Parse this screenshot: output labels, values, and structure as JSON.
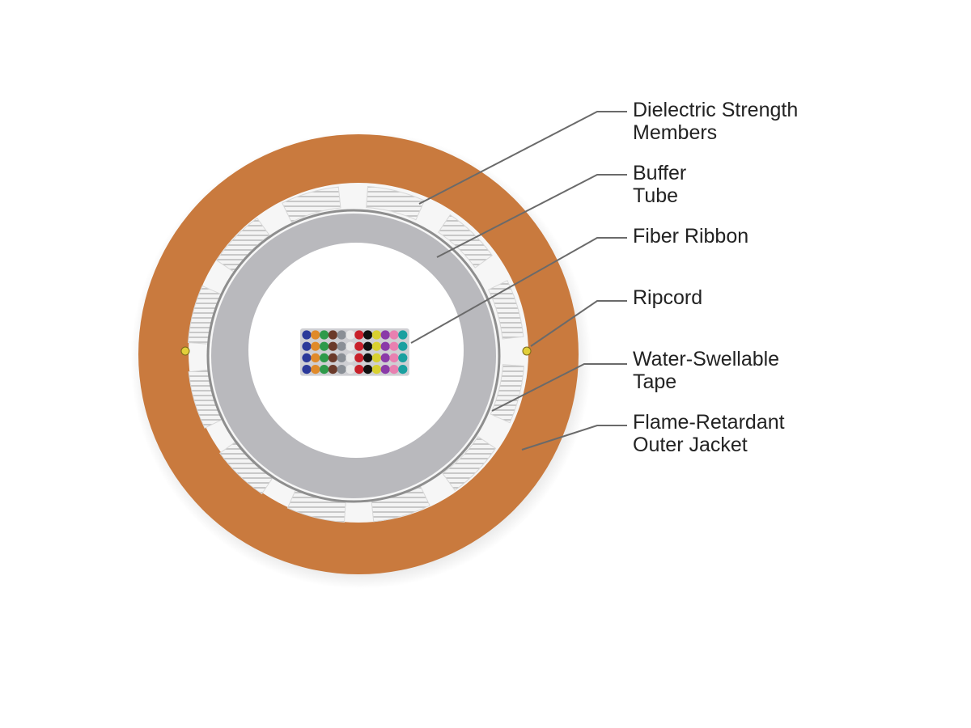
{
  "colors": {
    "jacket": "#c97a3e",
    "buffer_tube": "#b9b9bd",
    "strength_member_hatch": "#bdbdbd",
    "leader_line": "#6a6a6a",
    "text": "#222222",
    "ripcord": "#e2cf3a"
  },
  "labels": [
    {
      "id": "dielectric-strength-members",
      "lines": [
        "Dielectric Strength",
        "Members"
      ]
    },
    {
      "id": "buffer-tube",
      "lines": [
        "Buffer",
        "Tube"
      ]
    },
    {
      "id": "fiber-ribbon",
      "lines": [
        "Fiber Ribbon"
      ]
    },
    {
      "id": "ripcord",
      "lines": [
        "Ripcord"
      ]
    },
    {
      "id": "water-swellable-tape",
      "lines": [
        "Water-Swellable",
        "Tape"
      ]
    },
    {
      "id": "flame-retardant-outer-jacket",
      "lines": [
        "Flame-Retardant",
        "Outer Jacket"
      ]
    }
  ],
  "fiber_colors": [
    "#2b3a9a",
    "#e08a2a",
    "#2e9a4a",
    "#6b3a2a",
    "#8a8f96",
    "#e8e8e8",
    "#c8202a",
    "#111111",
    "#d8d030",
    "#8a3aa8",
    "#e880b0",
    "#1aa0a0"
  ],
  "ribbon_rows": 4
}
